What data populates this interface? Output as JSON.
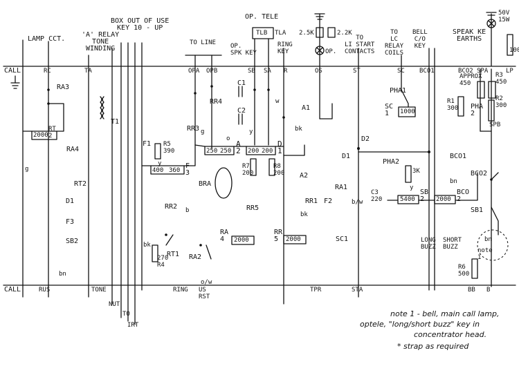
{
  "bus_labels": {
    "call_top": "CALL",
    "call_bottom": "CALL",
    "rc": "RC",
    "rus": "RUS",
    "ta": "TA",
    "tone": "TONE",
    "nut": "NUT",
    "to": "TO",
    "irt": "IRT",
    "opa": "OPA",
    "opb": "OPB",
    "ring": "RING",
    "us_rst": "US\nRST",
    "sb": "SB",
    "sa": "SA",
    "r": "R",
    "os": "OS",
    "st": "ST",
    "tpr": "TPR",
    "sta": "STA",
    "sc": "SC",
    "bco1_bus": "BCO1",
    "bco2_top": "BCO2",
    "spa": "SPA",
    "spb": "SPB",
    "lp": "LP",
    "bb": "BB",
    "b": "B"
  },
  "headings": {
    "lamp_cct": "LAMP CCT.",
    "a_relay": "'A' RELAY\nTONE\nWINDING",
    "box_out": "BOX OUT OF USE\nKEY 10 - UP",
    "to_line": "TO LINE",
    "op_tele": "OP. TELE",
    "tlb": "TLB",
    "tla": "TLA",
    "op_spk_key": "OP.\nSPK KEY",
    "ring_key": "RING\nKEY",
    "to_li_start": "TO\nLI START\nCONTACTS",
    "to_lc_relay": "TO\nLC\nRELAY\nCOILS",
    "bell_key": "BELL\nC/O\nKEY",
    "speak_earths": "SPEAK KE\nEARTHS",
    "supply_50v": "50V\n15W",
    "lamp_op": "OP.",
    "res_25k": "2.5K",
    "res_22k": "2.2K"
  },
  "components": {
    "ra3": "RA3",
    "rt2_cap": "RT\n2",
    "rt2_val": "2000",
    "t1": "T1",
    "ra4": "RA4",
    "rt2": "RT2",
    "d1_left": "D1",
    "f3": "F3",
    "sb2_left": "SB2",
    "f1": "F1",
    "r5": "R5\n390",
    "f_lbl": "F\n3",
    "f_v1": "400",
    "f_v2": "360",
    "rr3": "RR3",
    "rr4": "RR4",
    "rr2": "RR2",
    "rt1": "RT1",
    "r4": "270\nR4",
    "c1": "C1",
    "c2": "C2",
    "a_v1": "250",
    "a_v2": "250",
    "a_lbl": "A\n2",
    "d_v1": "200",
    "d_v2": "200",
    "d_lbl": "D\n1",
    "bra": "BRA",
    "r7": "R7\n200",
    "r8": "R8\n200",
    "rr5": "RR5",
    "ra_lbl": "RA\n4",
    "ra_val": "2000",
    "ra2": "RA2",
    "a1": "A1",
    "a2": "A2",
    "rr1": "RR1",
    "f2": "F2",
    "rr5_box_lbl": "RR\n5",
    "rr5_box_val": "2000",
    "sc1": "SC1",
    "d1_mid": "D1",
    "d2": "D2",
    "ra1": "RA1",
    "pha2": "PHA2",
    "r_3k": "3K",
    "c3": "C3\n220",
    "sb_v": "5400",
    "sb_lbl": "SB\n2",
    "bco_v": "2000",
    "bco_lbl": "BCO\n2",
    "bco1": "BCO1",
    "pha1": "PHA1",
    "sc_v": "1000",
    "sc_lbl": "SC\n1",
    "bco2_mid": "BCO2",
    "approx": "APPROX\n450",
    "r1": "R1\n300",
    "pha_lbl": "PHA\n2",
    "r3": "R3\n450",
    "r2": "R2\n300",
    "sb1": "SB1",
    "long_buzz": "LONG\nBUZZ",
    "short_buzz": "SHORT\nBUZZ",
    "r6": "R6\n500",
    "note_ref": "note\n1",
    "val_100": "100",
    "wire_bk": "bk",
    "wire_bn": "bn",
    "wire_g": "g",
    "wire_y": "y",
    "wire_w": "w",
    "wire_bw": "b/w",
    "wire_ow": "o/w",
    "wire_b": "b",
    "wire_o": "o"
  },
  "notes": {
    "line1": "note 1 - bell, main call lamp,",
    "line2": "optele, \"long/short buzz\" key in",
    "line3": "concentrator head.",
    "line4": "* strap as required"
  }
}
